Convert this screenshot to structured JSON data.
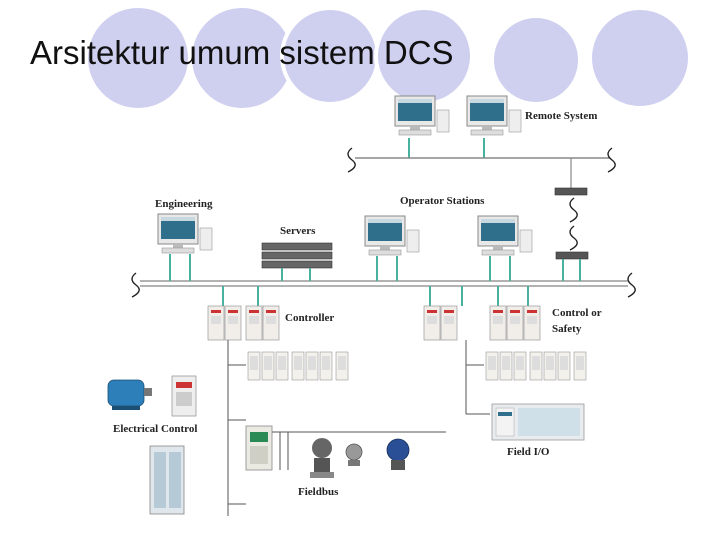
{
  "slide": {
    "title": "Arsitektur umum sistem DCS"
  },
  "diagram": {
    "labels": {
      "remote_system": "Remote System",
      "engineering": "Engineering",
      "operator_stations": "Operator Stations",
      "servers": "Servers",
      "controller": "Controller",
      "control_or_safety_line1": "Control or",
      "control_or_safety_line2": "Safety",
      "electrical_control": "Electrical Control",
      "field_io": "Field I/O",
      "fieldbus": "Fieldbus"
    }
  }
}
